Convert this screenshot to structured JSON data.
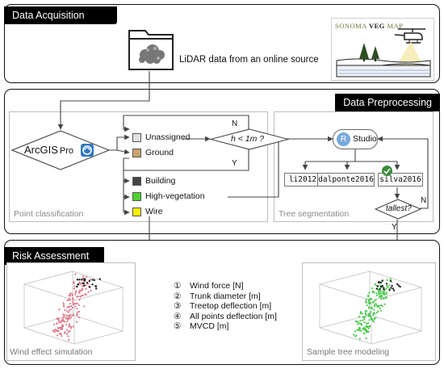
{
  "acquisition": {
    "header": "Data Acquisition",
    "lidar_label": "LiDAR data from an online source",
    "map_logo": {
      "left": "SONOMA",
      "mid": "VEG",
      "right": "MAP"
    }
  },
  "preprocessing": {
    "header": "Data Preprocessing",
    "arcgis": {
      "arc": "ArcGIS",
      "pro": "Pro"
    },
    "point_classification": {
      "label": "Point classification",
      "classes": [
        {
          "name": "Unassigned",
          "color": "#e0e0e0"
        },
        {
          "name": "Ground",
          "color": "#c8a46e"
        },
        {
          "name": "Building",
          "color": "#444444"
        },
        {
          "name": "High-vegetation",
          "color": "#4cd32e"
        },
        {
          "name": "Wire",
          "color": "#f5f000"
        }
      ],
      "condition": "h < 1m ?",
      "yes": "Y",
      "no": "N"
    },
    "tree_segmentation": {
      "label": "Tree segmentation",
      "rstudio": {
        "logo": "R",
        "name": "Studio"
      },
      "methods": [
        "li2012",
        "dalponte2016",
        "silva2016"
      ],
      "condition": "tallest?",
      "yes": "Y",
      "no": "N"
    }
  },
  "risk": {
    "header": "Risk Assessment",
    "outputs": [
      {
        "num": "①",
        "text": "Wind force [N]"
      },
      {
        "num": "②",
        "text": "Trunk diameter [m]"
      },
      {
        "num": "③",
        "text": "Treetop deflection [m]"
      },
      {
        "num": "④",
        "text": "All points deflection [m]"
      },
      {
        "num": "⑤",
        "text": "MVCD [m]"
      }
    ],
    "wind_label": "Wind effect simulation",
    "sample_label": "Sample tree modeling"
  },
  "colors": {
    "wind_points": "#e07b8a",
    "tree_points": "#49c94b"
  }
}
